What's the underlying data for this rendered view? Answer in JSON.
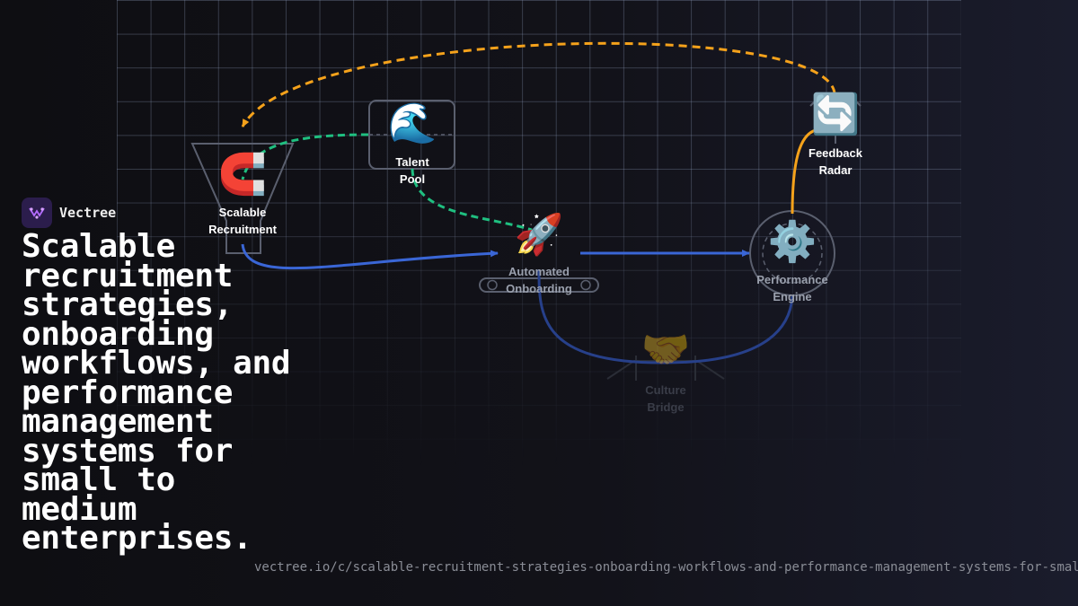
{
  "brand": {
    "name": "Vectree"
  },
  "headline": "Scalable recruitment strategies, onboarding workflows, and performance management systems for small to medium enterprises.",
  "url": "vectree.io/c/scalable-recruitment-strategies-onboarding-workflows-and-performance-management-systems-for-smal",
  "colors": {
    "feedback_loop": "#f5a21b",
    "talent_path": "#1fbf80",
    "main_flow": "#3a66d6",
    "grid": "#8c9bb9"
  },
  "nodes": [
    {
      "id": "scalable-recruitment",
      "icon": "magnet-icon",
      "glyph": "🧲",
      "label_line1": "Scalable",
      "label_line2": "Recruitment"
    },
    {
      "id": "talent-pool",
      "icon": "wave-icon",
      "glyph": "🌊",
      "label_line1": "Talent",
      "label_line2": "Pool"
    },
    {
      "id": "automated-onboarding",
      "icon": "rocket-icon",
      "glyph": "🚀",
      "label_line1": "Automated",
      "label_line2": "Onboarding"
    },
    {
      "id": "performance-engine",
      "icon": "gear-icon",
      "glyph": "⚙️",
      "label_line1": "Performance",
      "label_line2": "Engine"
    },
    {
      "id": "feedback-radar",
      "icon": "refresh-icon",
      "glyph": "🔄",
      "label_line1": "Feedback",
      "label_line2": "Radar"
    },
    {
      "id": "culture-bridge",
      "icon": "handshake-icon",
      "glyph": "🤝",
      "label_line1": "Culture",
      "label_line2": "Bridge"
    }
  ]
}
